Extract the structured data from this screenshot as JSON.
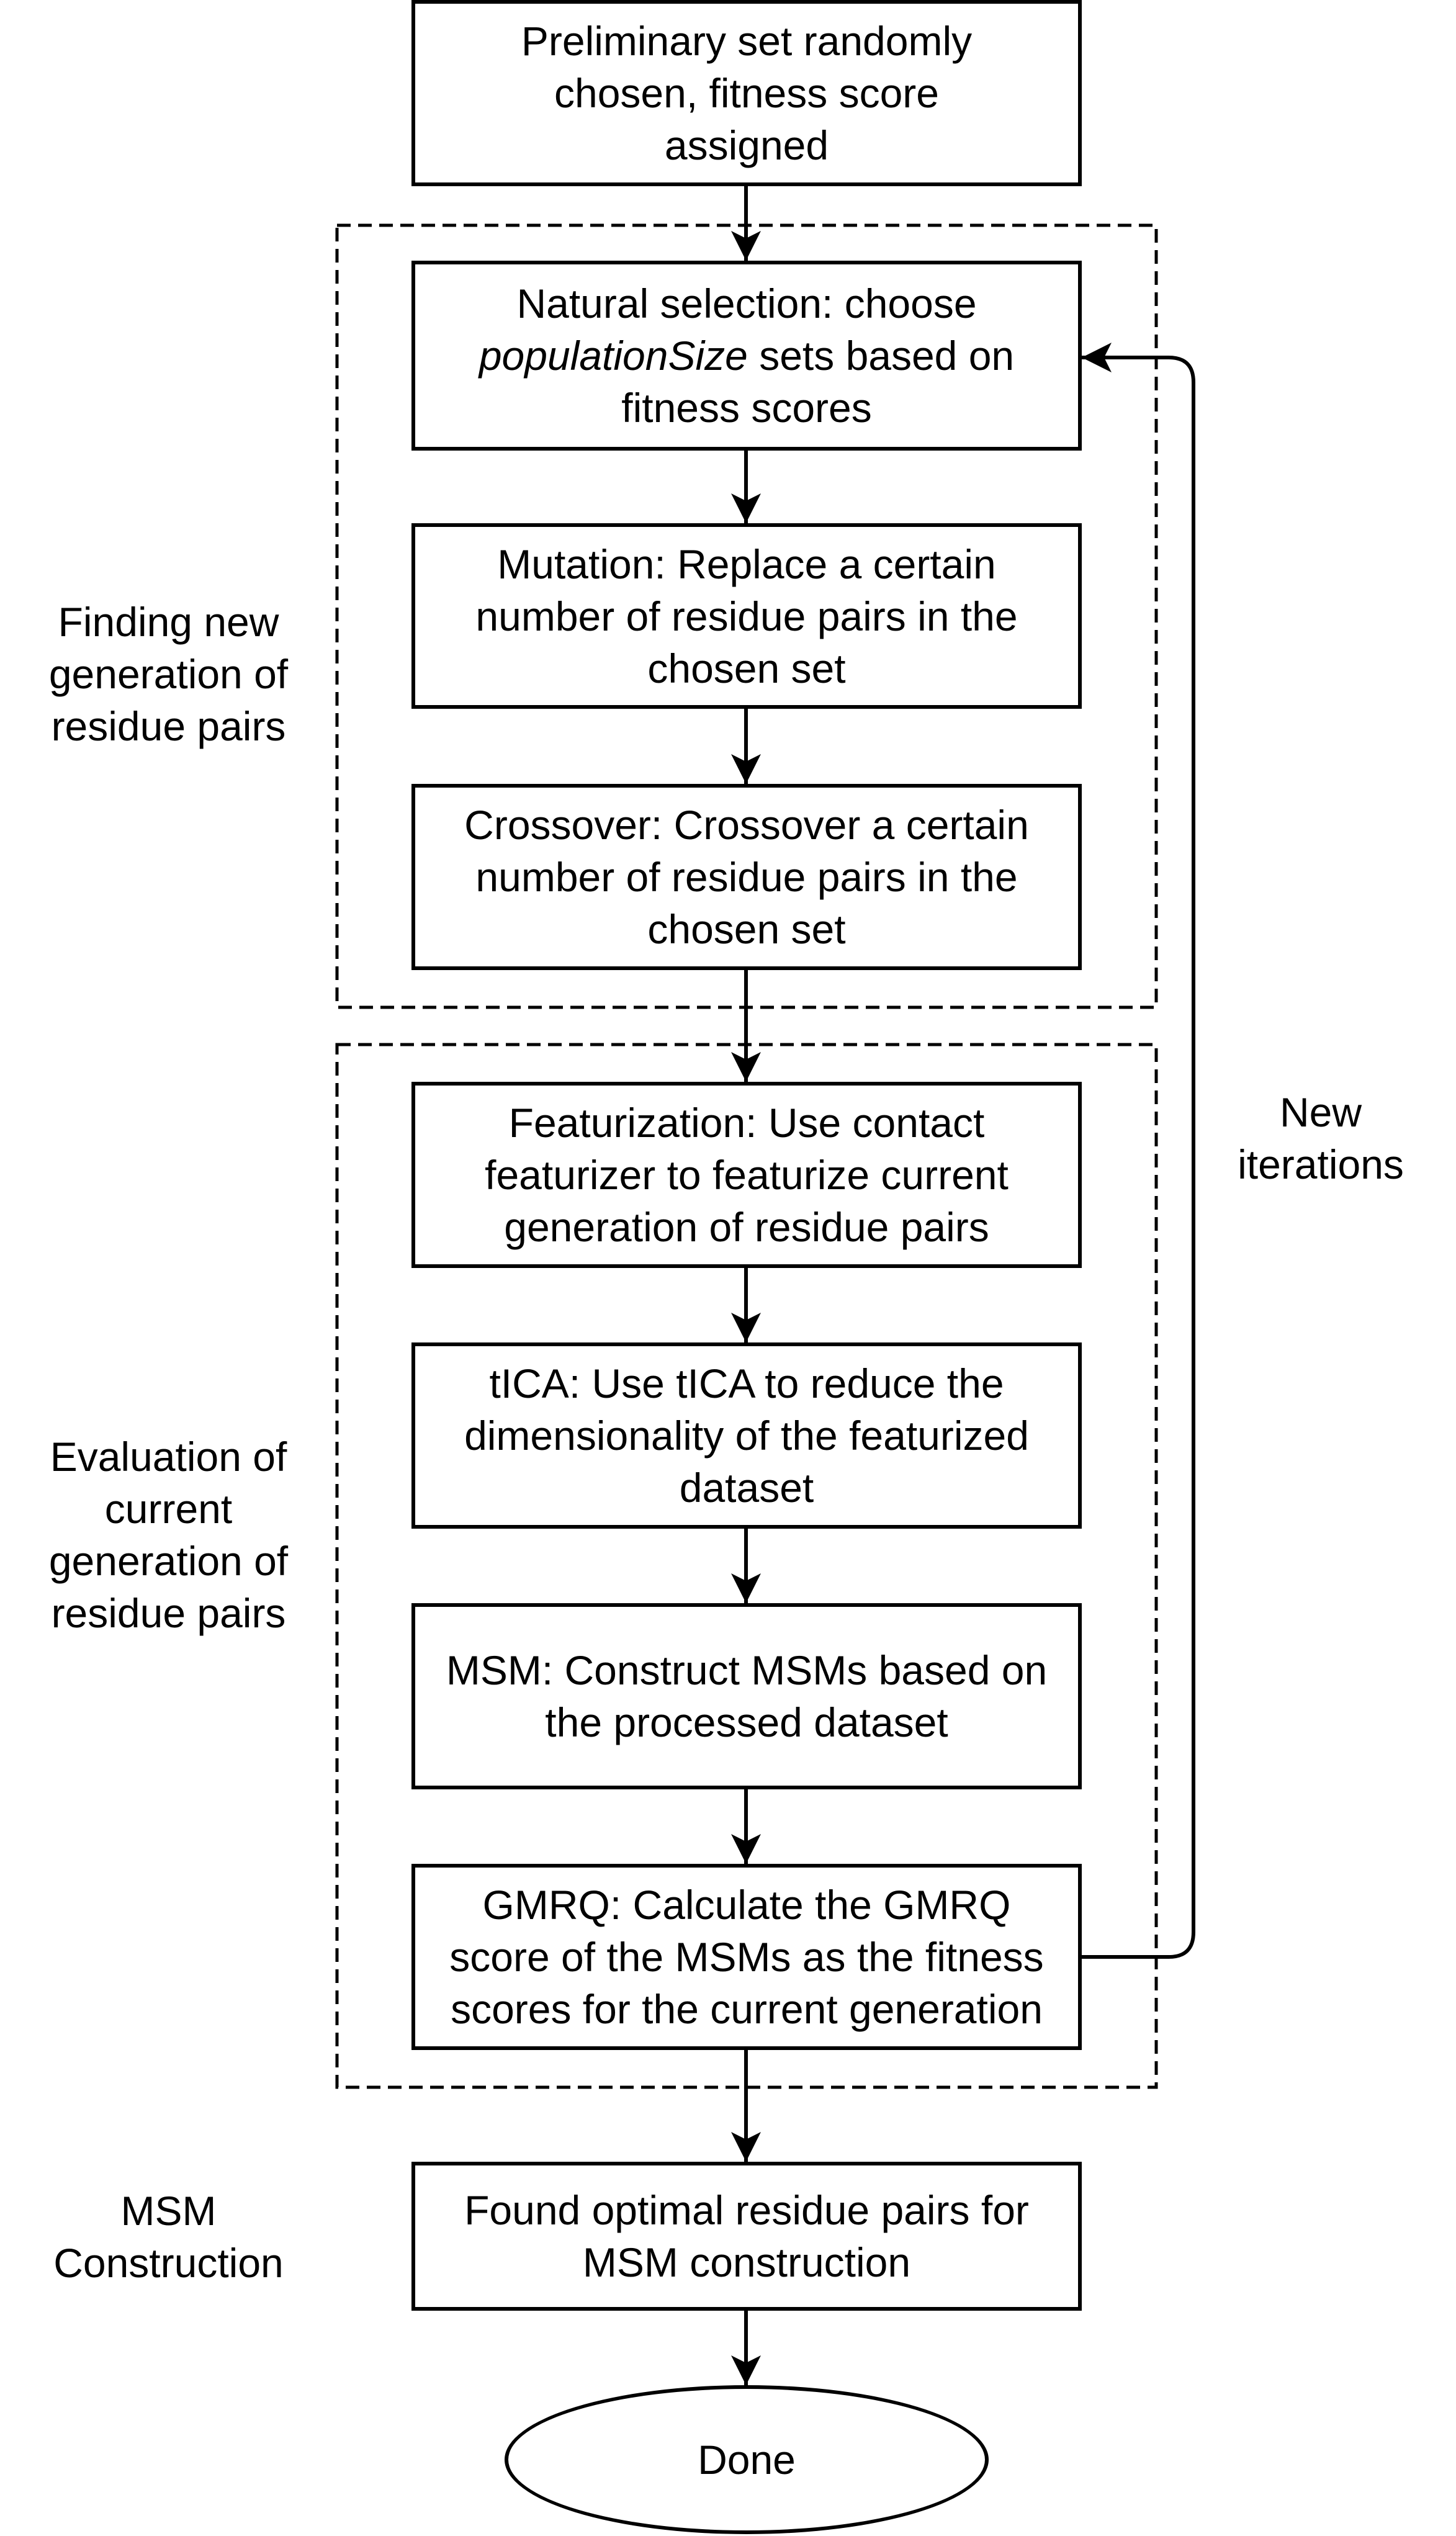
{
  "steps": {
    "preliminary": "Preliminary set randomly chosen, fitness score assigned",
    "natural_selection_prefix": "Natural selection: choose",
    "natural_selection_var": "populationSize",
    "natural_selection_suffix": "sets based on fitness scores",
    "mutation": "Mutation: Replace a certain number of residue pairs in the chosen set",
    "crossover": "Crossover: Crossover a certain number of residue pairs in the chosen set",
    "featurization": "Featurization: Use contact featurizer to featurize current generation of residue pairs",
    "tica": "tICA: Use tICA to reduce the dimensionality of the featurized dataset",
    "msm": "MSM: Construct MSMs based on the processed dataset",
    "gmrq": "GMRQ: Calculate the GMRQ score of the MSMs as the fitness scores for the current generation",
    "found": "Found optimal residue pairs for MSM construction",
    "done": "Done"
  },
  "groups": {
    "finding": "Finding new\ngeneration of\nresidue pairs",
    "evaluation": "Evaluation of\ncurrent\ngeneration of\nresidue pairs",
    "msm_construction": "MSM\nConstruction"
  },
  "loop_label": "New\niterations"
}
